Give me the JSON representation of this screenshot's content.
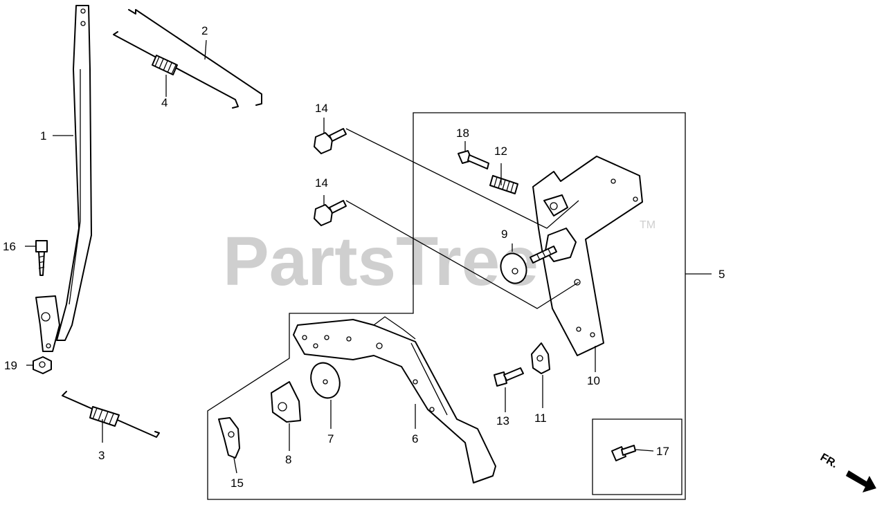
{
  "watermark": {
    "text": "PartsTree",
    "trademark": "TM"
  },
  "direction_marker": {
    "text": "FR."
  },
  "callouts": [
    "1",
    "2",
    "3",
    "4",
    "5",
    "6",
    "7",
    "8",
    "9",
    "10",
    "11",
    "12",
    "13",
    "14",
    "14",
    "15",
    "16",
    "17",
    "18",
    "19"
  ]
}
